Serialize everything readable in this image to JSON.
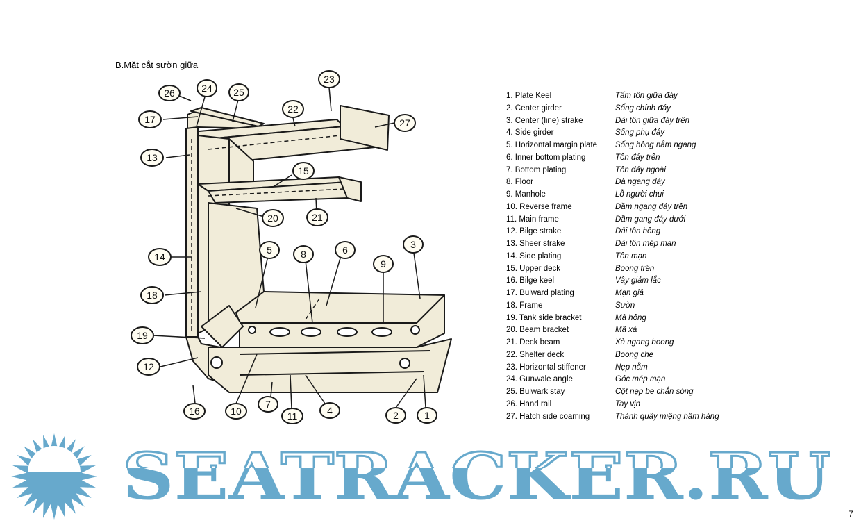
{
  "section_title": "B.Mặt cắt sườn giữa",
  "callouts": [
    "1",
    "2",
    "3",
    "4",
    "5",
    "6",
    "7",
    "8",
    "9",
    "10",
    "11",
    "12",
    "13",
    "14",
    "15",
    "16",
    "17",
    "18",
    "19",
    "20",
    "21",
    "22",
    "23",
    "24",
    "25",
    "26",
    "27"
  ],
  "legend": [
    {
      "en": "1. Plate Keel",
      "vi": "Tấm tôn giữa đáy"
    },
    {
      "en": "2. Center girder",
      "vi": "Sống chính đáy"
    },
    {
      "en": "3. Center (line) strake",
      "vi": "Dải tôn giữa đáy trên"
    },
    {
      "en": "4. Side girder",
      "vi": "Sống phụ đáy"
    },
    {
      "en": "5. Horizontal margin plate",
      "vi": "Sống hông nằm ngang"
    },
    {
      "en": "6. Inner bottom plating",
      "vi": "Tôn đáy trên"
    },
    {
      "en": "7. Bottom plating",
      "vi": "Tôn đáy ngoài"
    },
    {
      "en": "8. Floor",
      "vi": "Đà ngang đáy"
    },
    {
      "en": "9. Manhole",
      "vi": "Lỗ người chui"
    },
    {
      "en": "10. Reverse frame",
      "vi": "Dầm  ngang đáy trên"
    },
    {
      "en": "11. Main frame",
      "vi": "Dầm gang đáy  dưới"
    },
    {
      "en": "12. Bilge strake",
      "vi": "Dải tôn hông"
    },
    {
      "en": "13. Sheer strake",
      "vi": "Dải tôn mép mạn"
    },
    {
      "en": "14. Side plating",
      "vi": "Tôn mạn"
    },
    {
      "en": "15. Upper deck",
      "vi": "Boong trên"
    },
    {
      "en": "16. Bilge keel",
      "vi": "Vây giảm lắc"
    },
    {
      "en": "17. Bulward plating",
      "vi": "Mạn giả"
    },
    {
      "en": "18. Frame",
      "vi": "Sườn"
    },
    {
      "en": "19. Tank side bracket",
      "vi": "Mã hông"
    },
    {
      "en": "20. Beam bracket",
      "vi": "Mã xà"
    },
    {
      "en": "21. Deck beam",
      "vi": "Xà ngang boong"
    },
    {
      "en": "22. Shelter deck",
      "vi": "Boong  che"
    },
    {
      "en": "23. Horizontal stiffener",
      "vi": "Nẹp nằm"
    },
    {
      "en": "24. Gunwale angle",
      "vi": "Góc mép mạn"
    },
    {
      "en": "25. Bulwark stay",
      "vi": "Cột nẹp be chắn sóng"
    },
    {
      "en": "26. Hand rail",
      "vi": "Tay vịn"
    },
    {
      "en": "27. Hatch side coaming",
      "vi": "Thành quây miệng hầm hàng"
    }
  ],
  "page_number": "7",
  "watermark": {
    "text": "SEATRACKER.RU",
    "color": "#67a9cc"
  },
  "colors": {
    "paper": "#f1ecd9",
    "ink": "#1a1a1a"
  }
}
